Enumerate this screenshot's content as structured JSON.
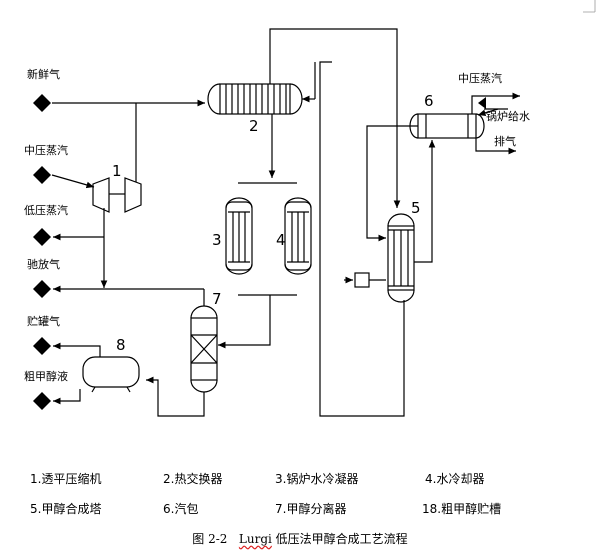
{
  "streams": {
    "fresh_gas": "新鲜气",
    "mp_steam_in": "中压蒸汽",
    "lp_steam": "低压蒸汽",
    "purge_gas": "驰放气",
    "tank_gas": "贮罐气",
    "crude_methanol": "粗甲醇液",
    "mp_steam_out": "中压蒸汽",
    "boiler_feed": "锅炉给水",
    "vent": "排气"
  },
  "equipment_numbers": {
    "compressor": "1",
    "heat_exchanger": "2",
    "boiler_water_condenser": "3",
    "water_cooler": "4",
    "synthesis_tower": "5",
    "steam_drum": "6",
    "separator": "7",
    "storage_tank": "8"
  },
  "legend": [
    "1.透平压缩机",
    "2.热交换器",
    "3.锅炉水冷凝器",
    "4.水冷却器",
    "5.甲醇合成塔",
    "6.汽包",
    "7.甲醇分离器",
    "18.粗甲醇贮槽"
  ],
  "caption": {
    "number": "图 2-2",
    "lurgi": "Lurgi",
    "title": "低压法甲醇合成工艺流程"
  }
}
